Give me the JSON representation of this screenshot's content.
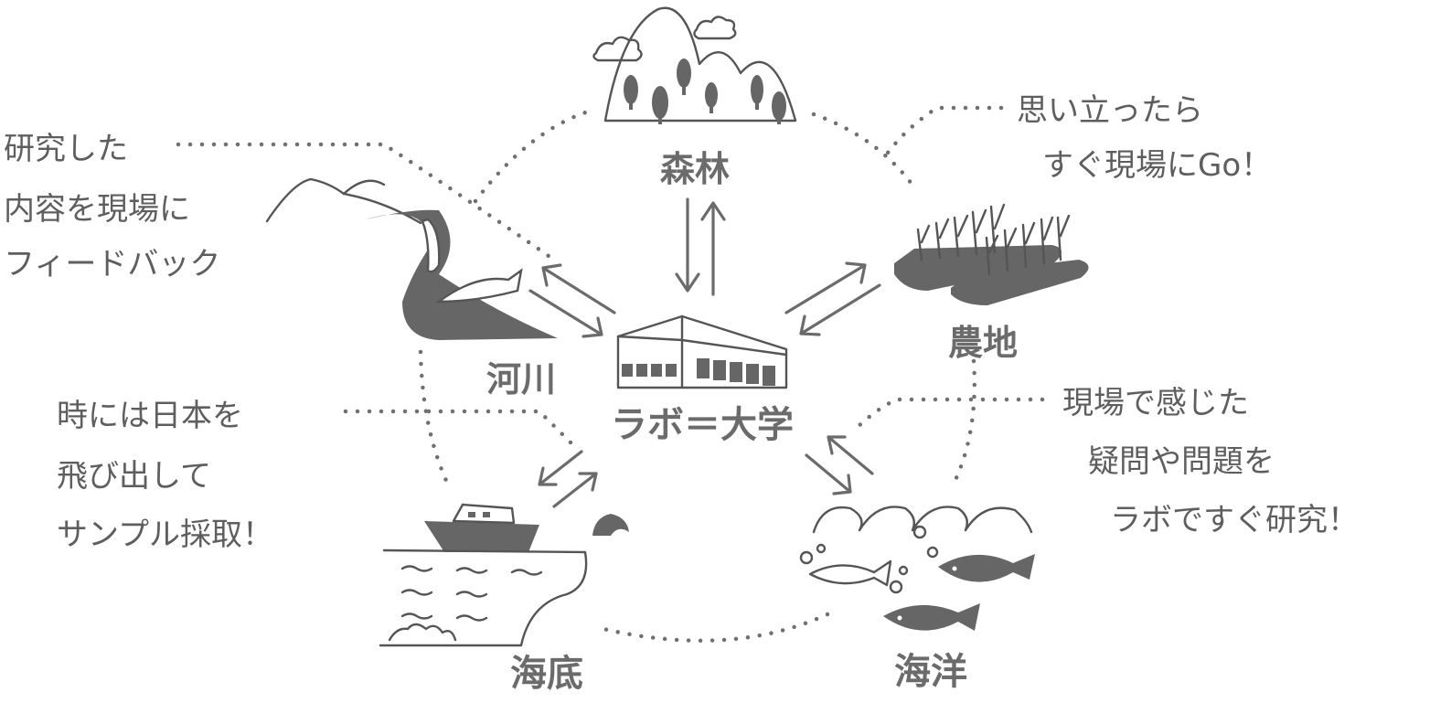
{
  "center": {
    "label": "ラボ＝大学"
  },
  "sites": {
    "forest": "森林",
    "farmland": "農地",
    "river": "河川",
    "seabed": "海底",
    "ocean": "海洋"
  },
  "notes": {
    "feedback": [
      "研究した",
      "内容を現場に",
      "フィードバック"
    ],
    "go": [
      "思い立ったら",
      "すぐ現場にGo！"
    ],
    "sample": [
      "時には日本を",
      "飛び出して",
      "サンプル採取！"
    ],
    "research": [
      "現場で感じた",
      "疑問や問題を",
      "ラボですぐ研究！"
    ]
  },
  "colors": {
    "ink": "#6b6b6b",
    "background": "#ffffff"
  }
}
